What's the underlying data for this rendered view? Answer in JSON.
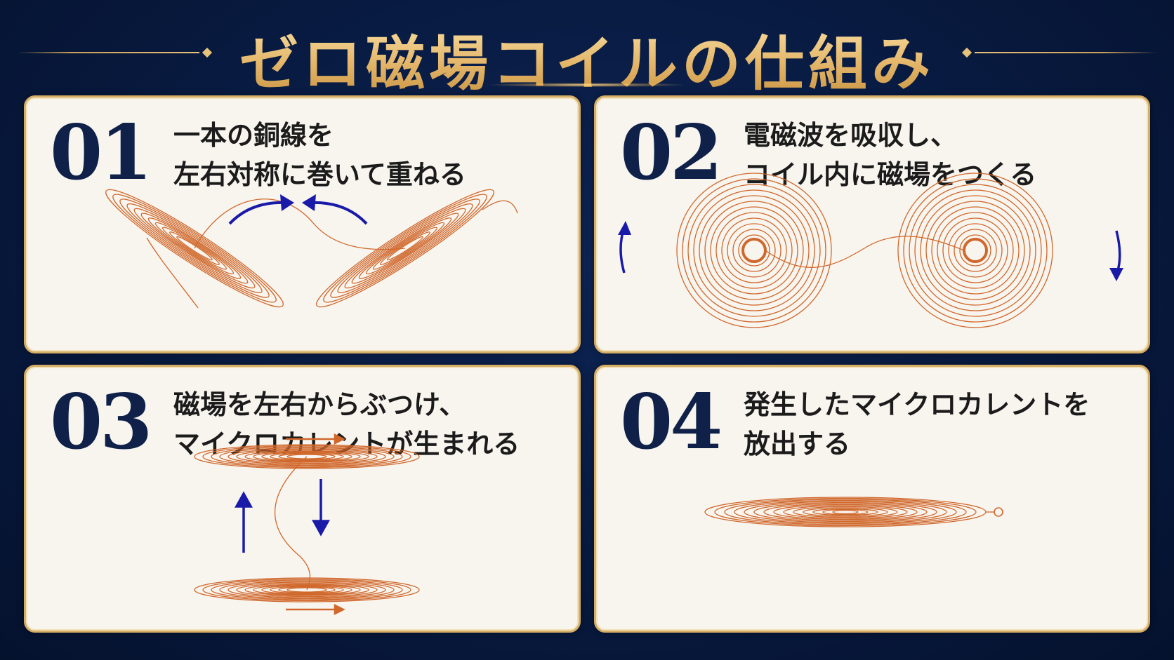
{
  "title": "ゼロ磁場コイルの仕組み",
  "steps": [
    {
      "number": "01",
      "line1": "一本の銅線を",
      "line2": "左右対称に巻いて重ねる"
    },
    {
      "number": "02",
      "line1": "電磁波を吸収し、",
      "line2": "コイル内に磁場をつくる"
    },
    {
      "number": "03",
      "line1": "磁場を左右からぶつけ、",
      "line2": "マイクロカレントが生まれる"
    },
    {
      "number": "04",
      "line1": "発生したマイクロカレントを",
      "line2": "放出する"
    }
  ],
  "colors": {
    "background": "#081a40",
    "gold": "#d4ad66",
    "panel": "#f8f5ef",
    "copper": "#d0682c",
    "arrow": "#1a1aa8",
    "number": "#0f2149"
  }
}
